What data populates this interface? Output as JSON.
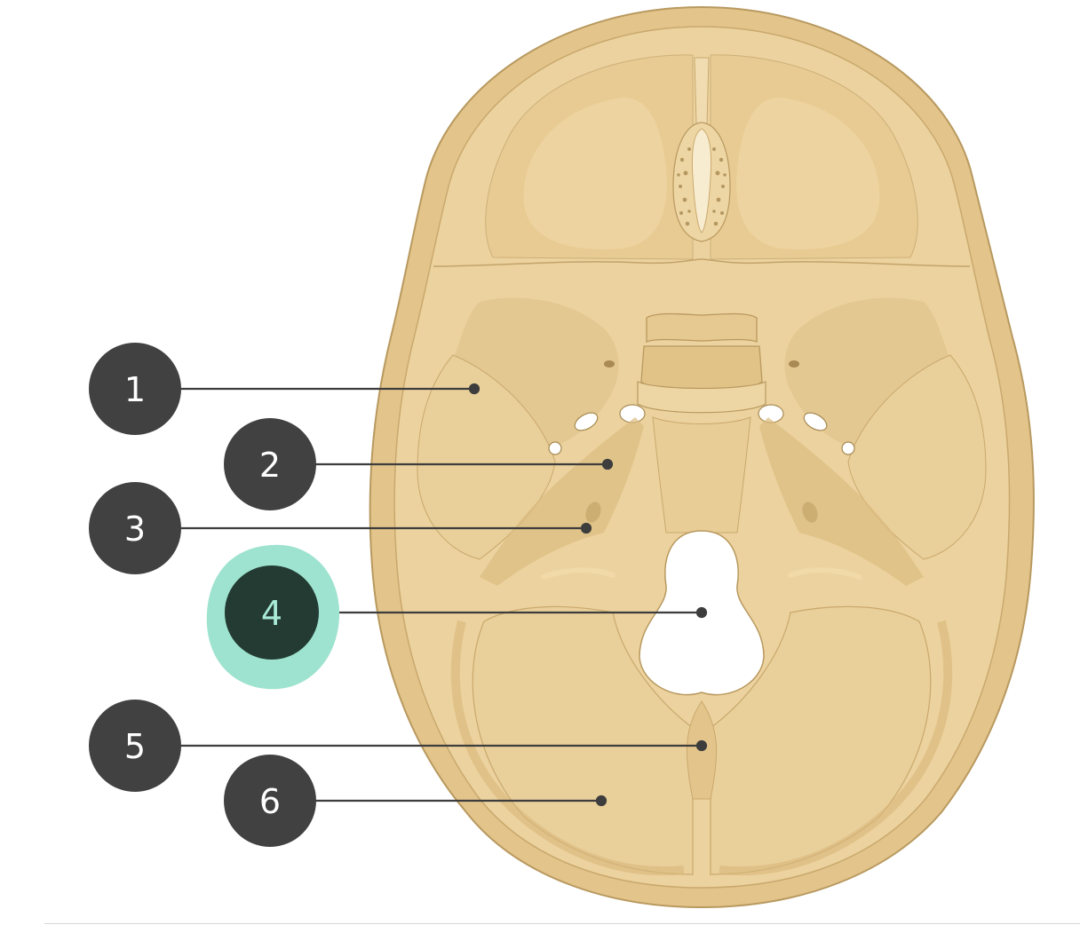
{
  "colors": {
    "bone_outer": "#e3c48b",
    "bone_inner": "#ecd29e",
    "bone_shade": "#d4b274",
    "bone_line": "#b8995f",
    "marker_bg": "#414141",
    "marker_active_bg": "#233b33",
    "marker_active_halo": "#9ee3cf",
    "marker_active_text": "#a9ead7",
    "leader_line": "#3d3d3d"
  },
  "markers": [
    {
      "id": 1,
      "label": "1",
      "active": false
    },
    {
      "id": 2,
      "label": "2",
      "active": false
    },
    {
      "id": 3,
      "label": "3",
      "active": false
    },
    {
      "id": 4,
      "label": "4",
      "active": true
    },
    {
      "id": 5,
      "label": "5",
      "active": false
    },
    {
      "id": 6,
      "label": "6",
      "active": false
    }
  ]
}
